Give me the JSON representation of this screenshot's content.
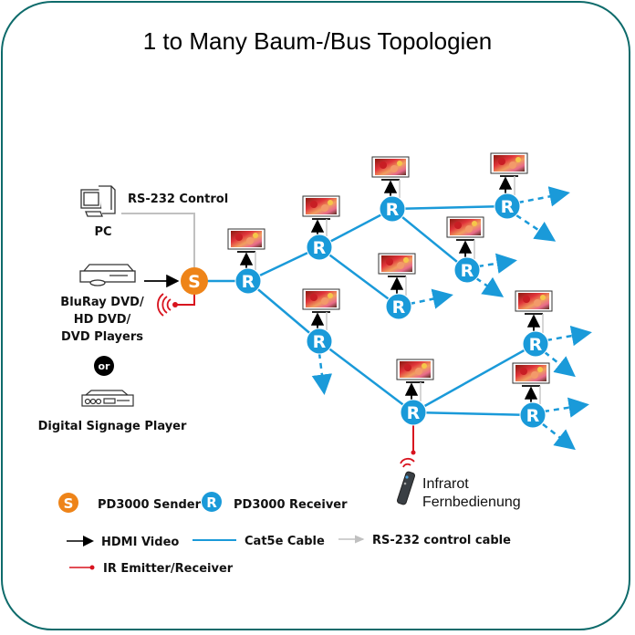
{
  "title": "1 to Many Baum-/Bus Topologien",
  "colors": {
    "frame": "#0e6b6b",
    "cat5e": "#1a9ad9",
    "sender": "#ee8419",
    "receiver": "#1a9ad9",
    "ir": "#d8141f",
    "rs232": "#c0c0c0",
    "hdmi": "#000000"
  },
  "sources": {
    "pc": "PC",
    "rs232_control": "RS-232 Control",
    "bluray_line1": "BluRay DVD/",
    "bluray_line2": "HD DVD/",
    "bluray_line3": "DVD Players",
    "or": "or",
    "signage": "Digital Signage Player"
  },
  "nodes": {
    "sender_letter": "S",
    "receiver_letter": "R"
  },
  "remote": {
    "line1": "Infrarot",
    "line2": "Fernbedienung"
  },
  "legend": {
    "sender": "PD3000 Sender",
    "receiver": "PD3000 Receiver",
    "hdmi": "HDMI Video",
    "cat5e": "Cat5e Cable",
    "rs232": "RS-232 control cable",
    "ir": "IR Emitter/Receiver"
  }
}
